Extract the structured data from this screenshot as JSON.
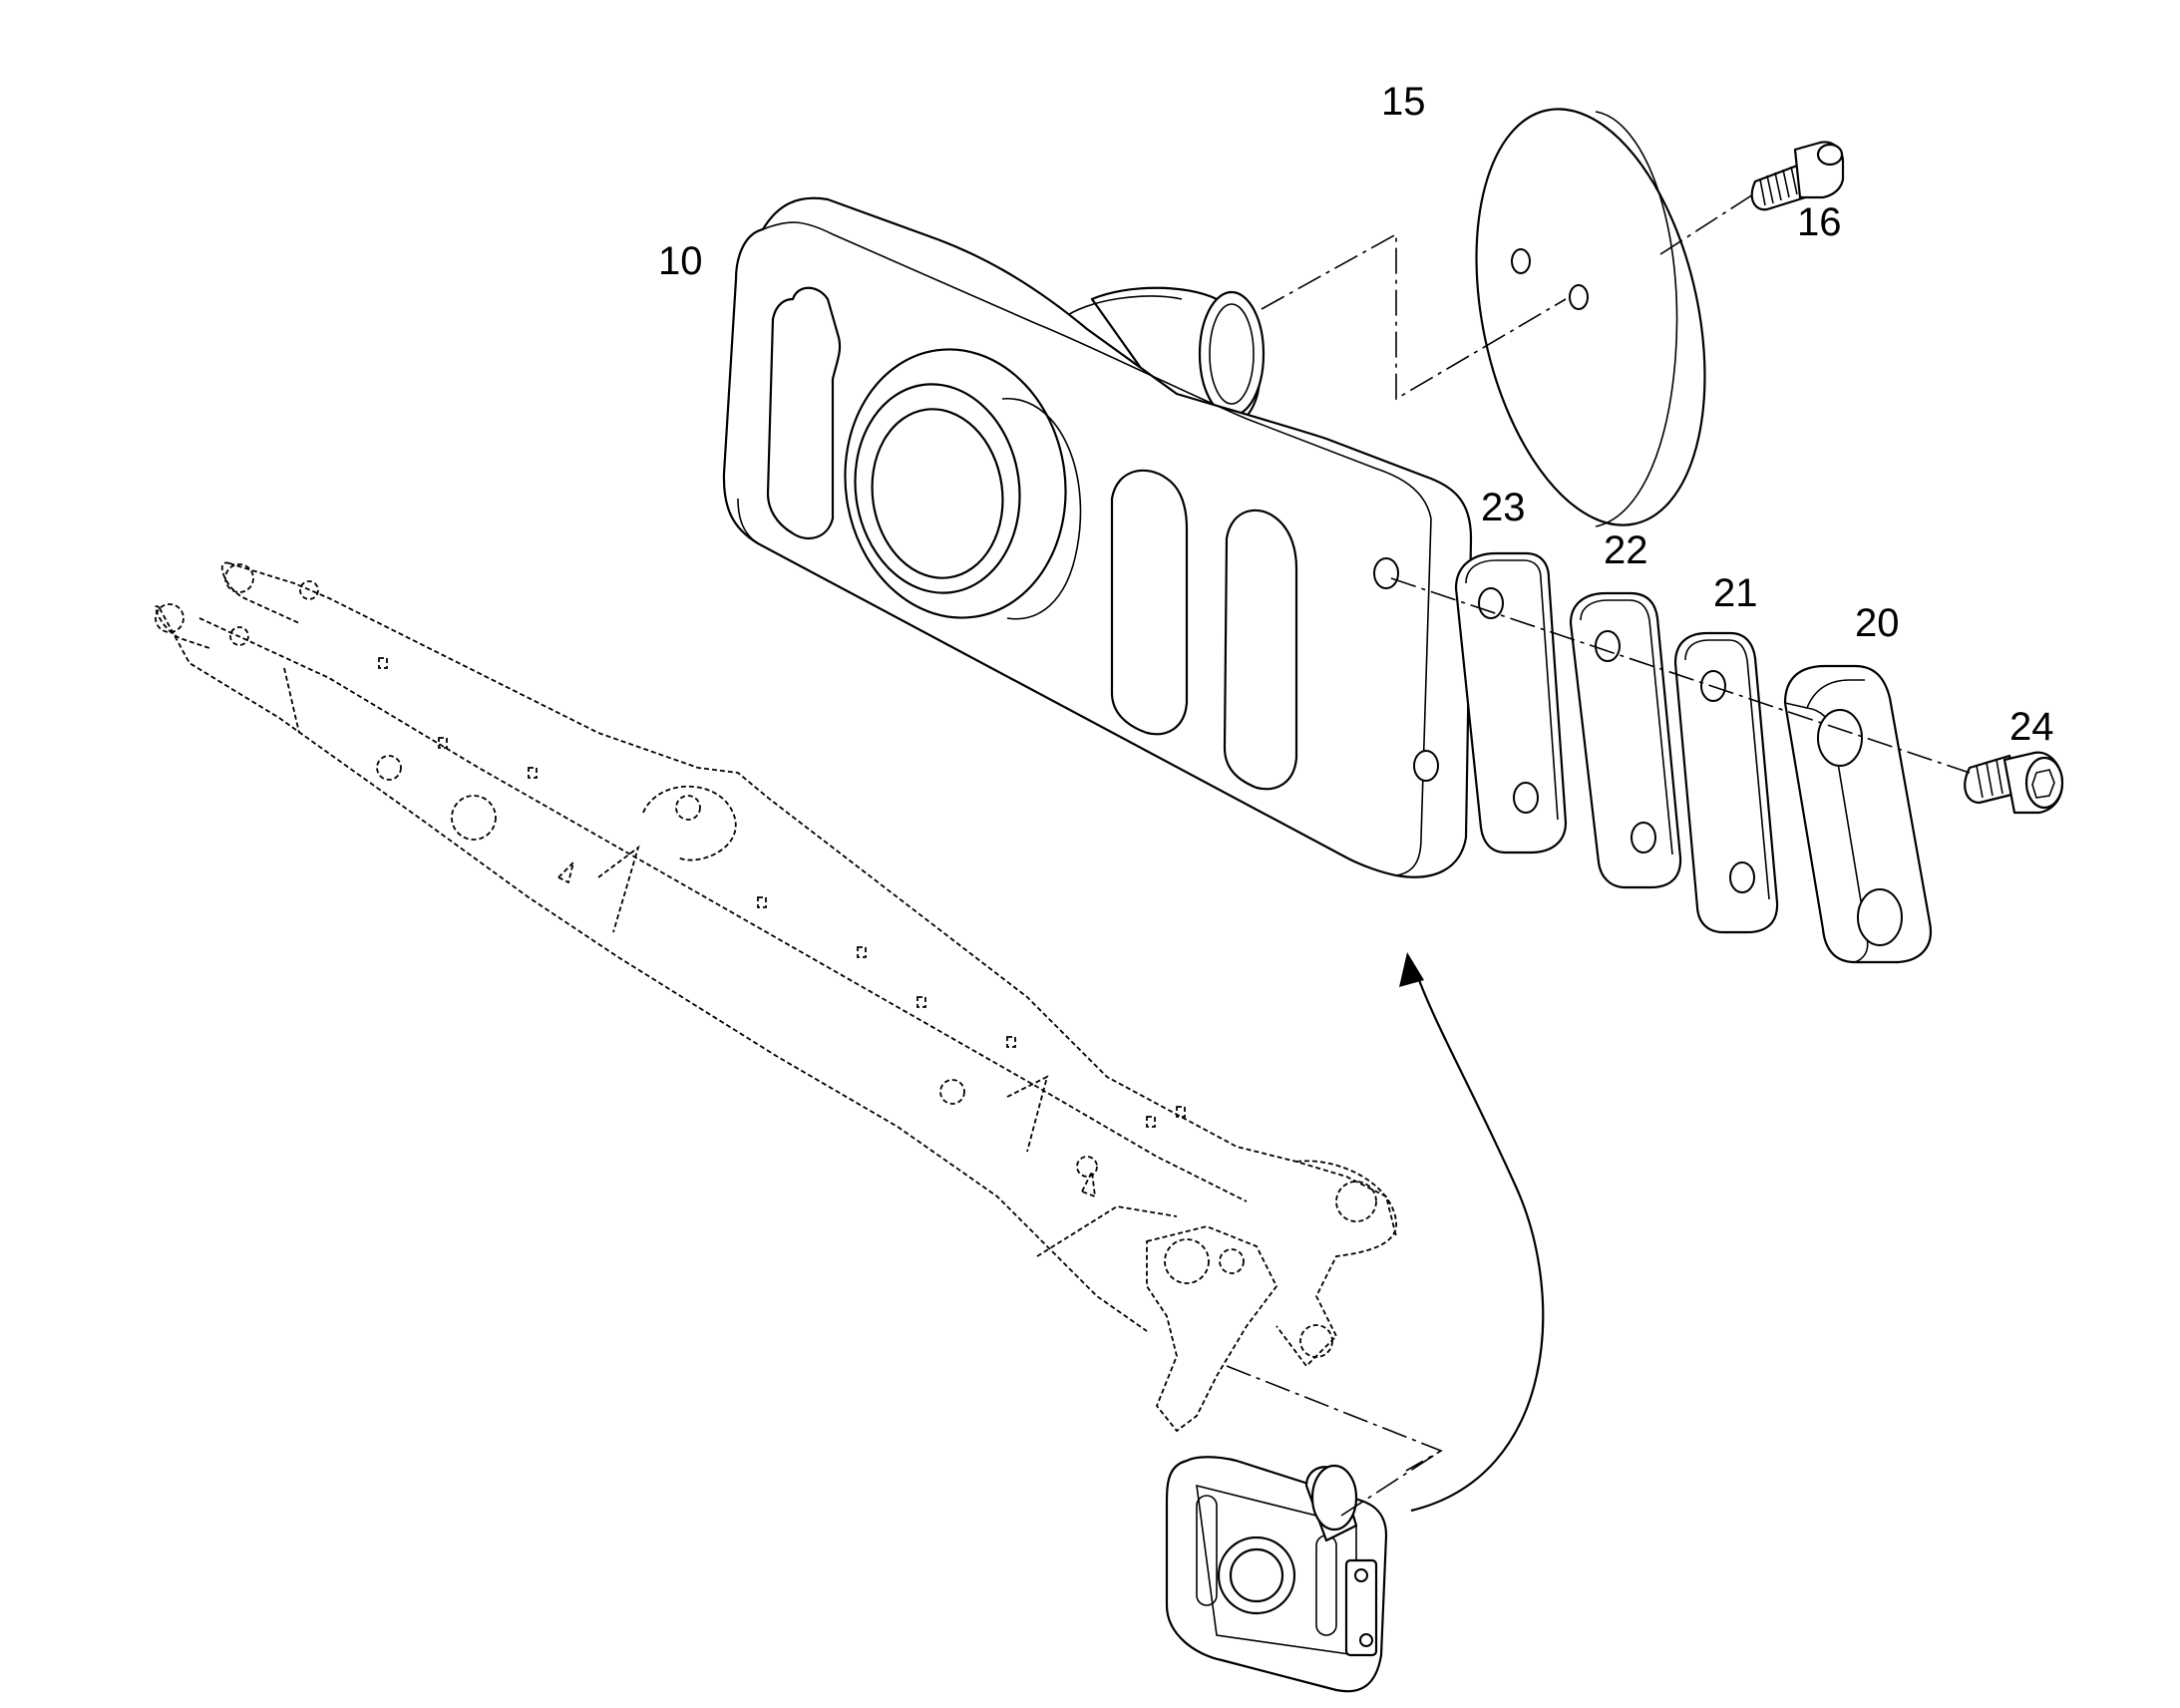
{
  "diagram": {
    "callouts": [
      {
        "id": "10",
        "label": "10"
      },
      {
        "id": "15",
        "label": "15"
      },
      {
        "id": "16",
        "label": "16"
      },
      {
        "id": "20",
        "label": "20"
      },
      {
        "id": "21",
        "label": "21"
      },
      {
        "id": "22",
        "label": "22"
      },
      {
        "id": "23",
        "label": "23"
      },
      {
        "id": "24",
        "label": "24"
      }
    ],
    "colors": {
      "line": "#000000",
      "background": "#ffffff"
    }
  }
}
